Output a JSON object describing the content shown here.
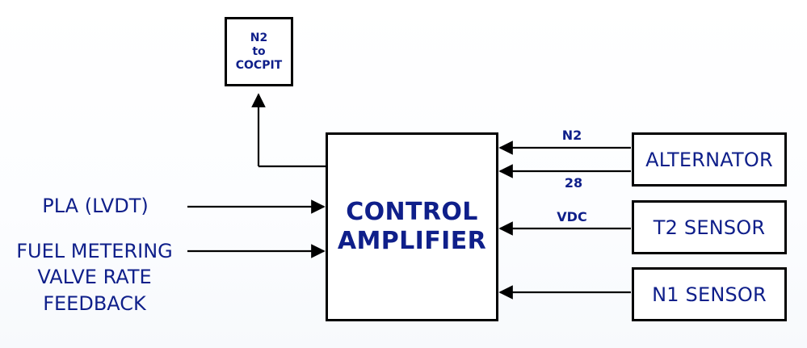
{
  "diagram": {
    "cockpit_box_lines": [
      "N2",
      "to",
      "COCPIT"
    ],
    "control_amplifier_lines": [
      "CONTROL",
      "AMPLIFIER"
    ],
    "inputs_left": {
      "pla": "PLA (LVDT)",
      "fuel_metering_lines": [
        "FUEL METERING",
        "VALVE RATE",
        "FEEDBACK"
      ]
    },
    "right_boxes": {
      "alternator": "ALTERNATOR",
      "t2_sensor": "T2 SENSOR",
      "n1_sensor": "N1 SENSOR"
    },
    "signal_labels": {
      "n2": "N2",
      "v28": "28",
      "vdc": "VDC"
    }
  },
  "colors": {
    "text": "#0f1f8a",
    "line": "#000000",
    "background": "#ffffff"
  }
}
